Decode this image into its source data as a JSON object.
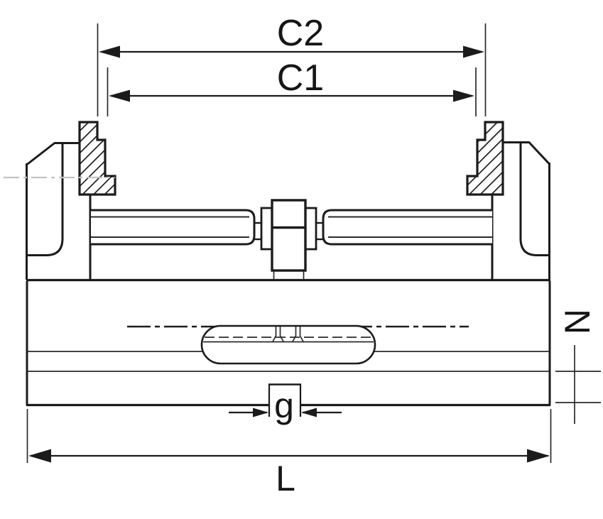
{
  "drawing": {
    "type": "technical-drawing-vise-front-view",
    "dimensions": {
      "c2": {
        "label": "C2"
      },
      "c1": {
        "label": "C1"
      },
      "n": {
        "label": "N"
      },
      "g": {
        "label": "g"
      },
      "l": {
        "label": "L"
      }
    },
    "colors": {
      "ink": "#1b1b1b",
      "thin_ink": "#2a2a2a",
      "background": "#ffffff",
      "faint_centerline": "#c2c2c2"
    }
  }
}
